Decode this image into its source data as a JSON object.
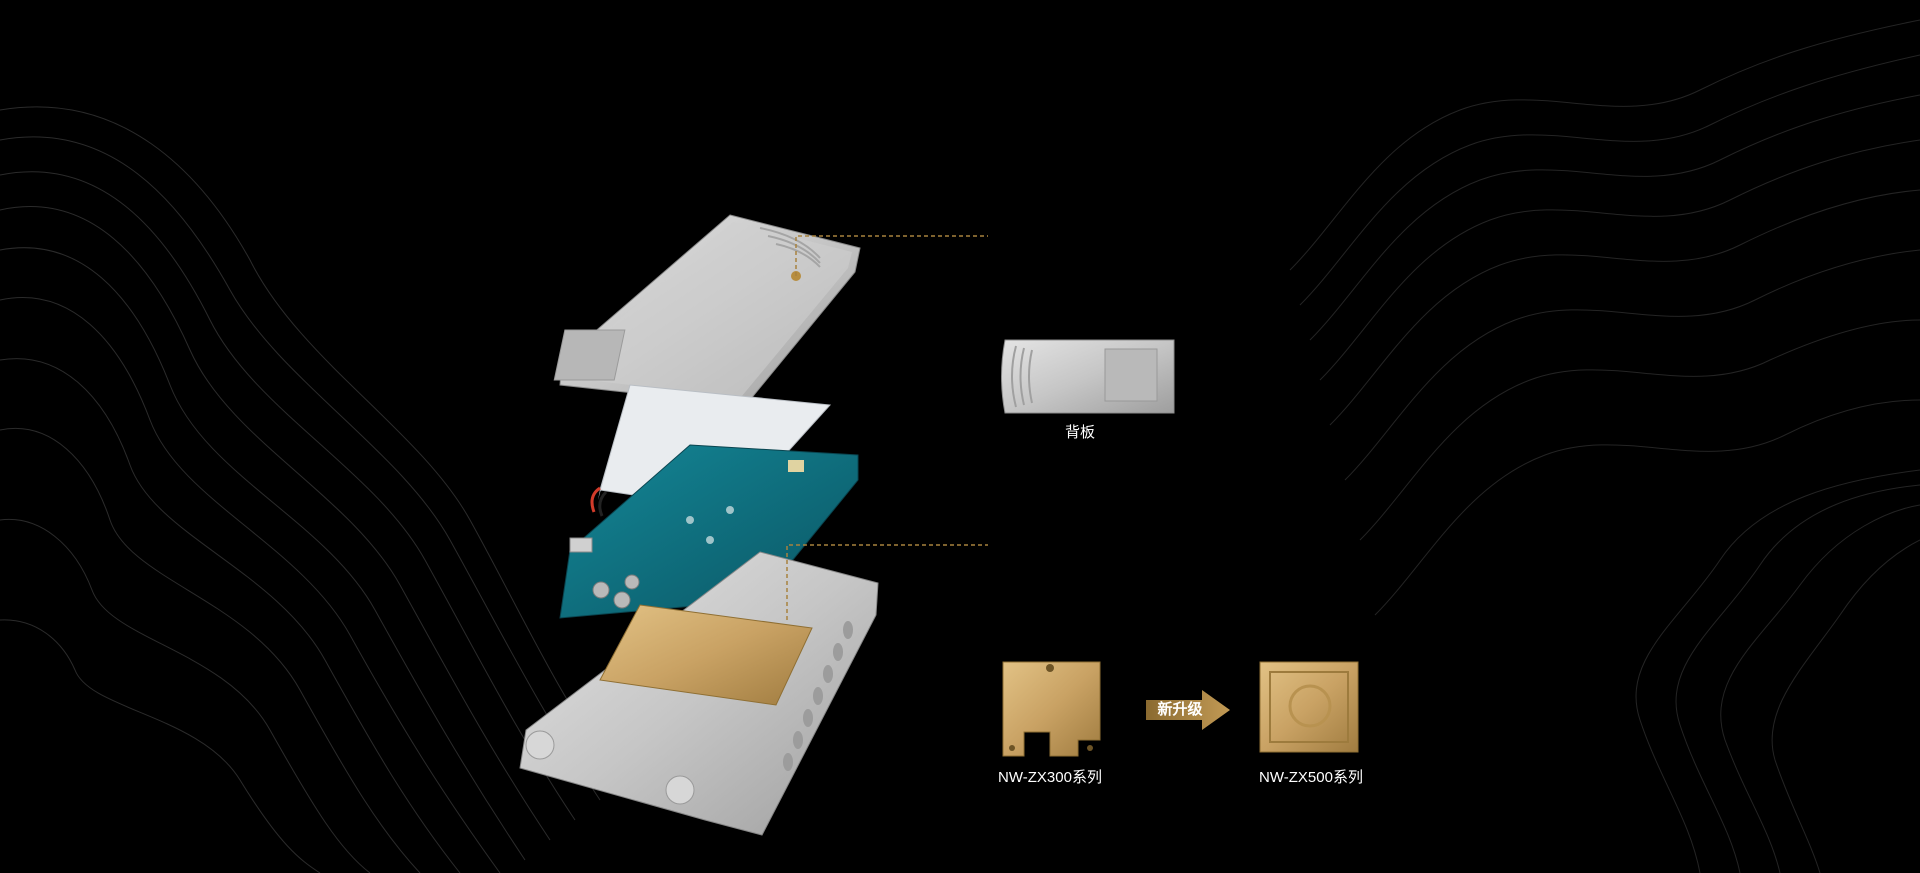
{
  "callouts": {
    "backplate": {
      "label": "背板"
    },
    "zx300": {
      "label": "NW-ZX300系列"
    },
    "upgrade": {
      "label": "新升级"
    },
    "zx500": {
      "label": "NW-ZX500系列"
    }
  },
  "colors": {
    "background": "#000000",
    "accent_gold": "#a8823e",
    "silver": "#c9c9c9",
    "pcb_teal": "#0f6e7c",
    "copper": "#c9a66a"
  }
}
